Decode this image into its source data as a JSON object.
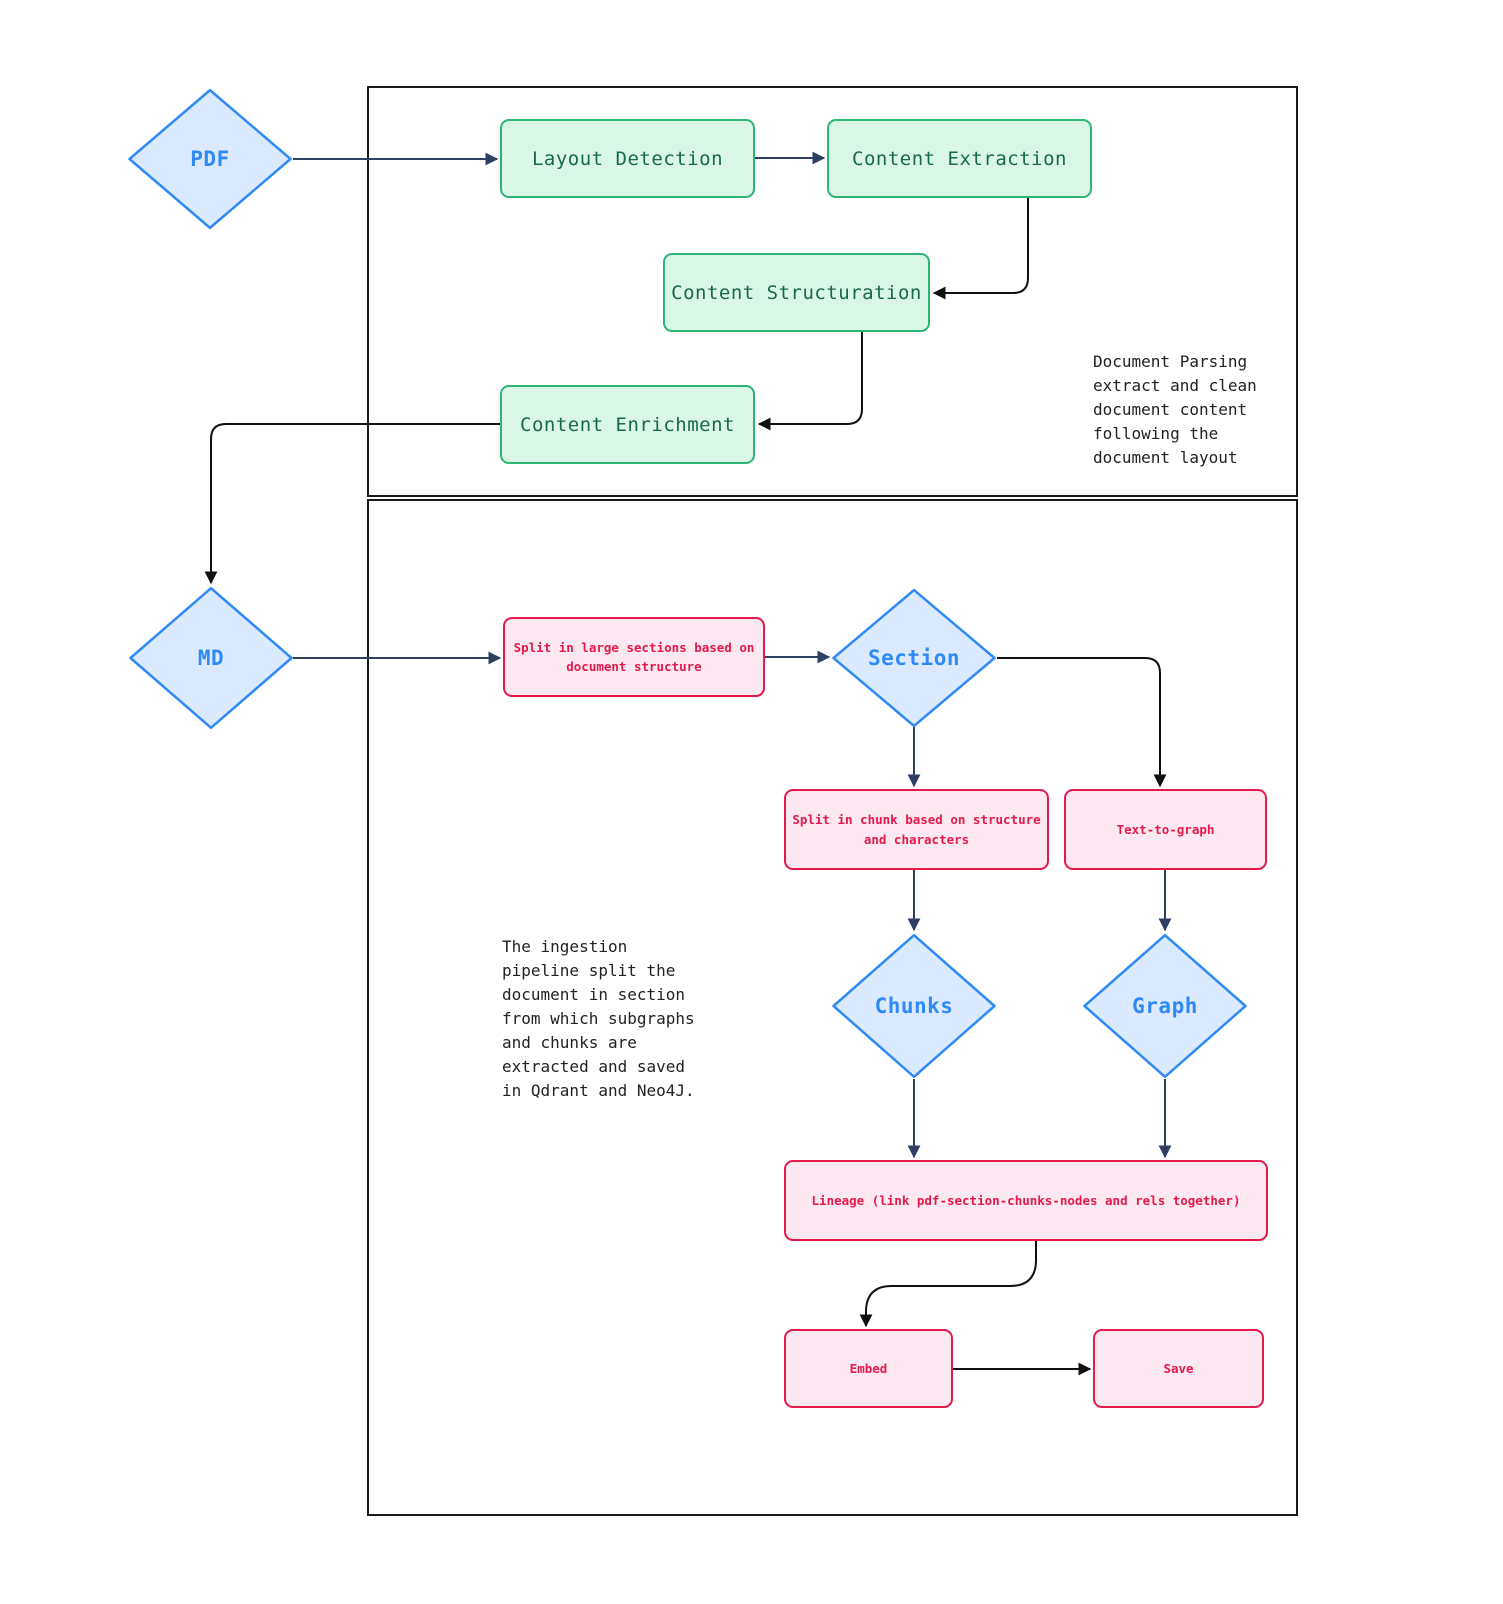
{
  "diagram": {
    "title": "PDF ingestion pipeline flowchart",
    "colors": {
      "diamond_fill": "#dbeafe",
      "diamond_border": "#2f8af5",
      "diamond_text": "#2f8af5",
      "green_fill": "#d9f6e7",
      "green_border": "#2bb673",
      "green_text": "#18694a",
      "pink_fill": "#fce8f0",
      "pink_border": "#e5194c",
      "pink_text": "#e5194c",
      "navy_arrow": "#2d3f63",
      "black_arrow": "#111111",
      "container_border": "#1a1a1a"
    },
    "containers": {
      "parsing": {
        "note": "Document Parsing\nextract and clean\ndocument content\nfollowing the\ndocument layout"
      },
      "ingestion": {
        "note": "The ingestion\npipeline split the\ndocument in section\nfrom which subgraphs\nand chunks are\nextracted and saved\nin Qdrant and Neo4J."
      }
    },
    "nodes": {
      "pdf": {
        "label": "PDF"
      },
      "md": {
        "label": "MD"
      },
      "section": {
        "label": "Section"
      },
      "chunks": {
        "label": "Chunks"
      },
      "graph": {
        "label": "Graph"
      },
      "layout_detection": {
        "label": "Layout Detection"
      },
      "content_extraction": {
        "label": "Content Extraction"
      },
      "content_structuration": {
        "label": "Content Structuration"
      },
      "content_enrichment": {
        "label": "Content Enrichment"
      },
      "split_sections": {
        "label": "Split in large sections based on\ndocument structure"
      },
      "split_chunk": {
        "label": "Split in chunk based on structure\nand characters"
      },
      "text_to_graph": {
        "label": "Text-to-graph"
      },
      "lineage": {
        "label": "Lineage (link pdf-section-chunks-nodes and rels together)"
      },
      "embed": {
        "label": "Embed"
      },
      "save": {
        "label": "Save"
      }
    }
  }
}
